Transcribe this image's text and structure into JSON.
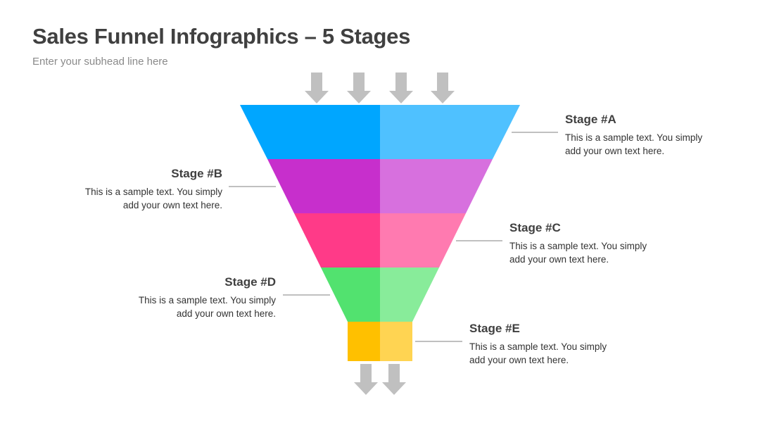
{
  "header": {
    "title": "Sales Funnel Infographics – 5 Stages",
    "subtitle": "Enter your subhead line here"
  },
  "stages": [
    {
      "heading": "Stage #A",
      "line1": "This is a sample text. You simply",
      "line2": "add your own text here.",
      "side": "right",
      "color_dark": "#00A6FF",
      "color_light": "#4FC1FF"
    },
    {
      "heading": "Stage #B",
      "line1": "This is a sample text. You simply",
      "line2": "add your own text here.",
      "side": "left",
      "color_dark": "#C72FCC",
      "color_light": "#D770DE"
    },
    {
      "heading": "Stage #C",
      "line1": "This is a sample text. You simply",
      "line2": "add your own text here.",
      "side": "right",
      "color_dark": "#FF3A88",
      "color_light": "#FF7AB0"
    },
    {
      "heading": "Stage #D",
      "line1": "This is a sample text. You simply",
      "line2": "add your own text here.",
      "side": "left",
      "color_dark": "#52E26F",
      "color_light": "#88EC9A"
    },
    {
      "heading": "Stage #E",
      "line1": "This is a sample text. You simply",
      "line2": "add your own text here.",
      "side": "right",
      "color_dark": "#FFC000",
      "color_light": "#FFD452"
    }
  ],
  "colors": {
    "arrow": "#C0C0C0",
    "connector": "#9A9A9A"
  }
}
